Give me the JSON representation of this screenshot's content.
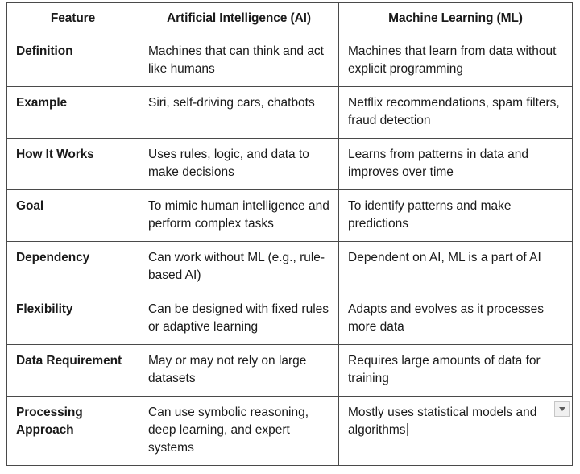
{
  "table": {
    "columns": [
      "Feature",
      "Artificial Intelligence (AI)",
      "Machine Learning (ML)"
    ],
    "rows": [
      {
        "feature": "Definition",
        "ai": "Machines that can think and act like humans",
        "ml": "Machines that learn from data without explicit programming"
      },
      {
        "feature": "Example",
        "ai": "Siri, self-driving cars, chatbots",
        "ml": "Netflix recommendations, spam filters, fraud detection"
      },
      {
        "feature": "How It Works",
        "ai": "Uses rules, logic, and data to make decisions",
        "ml": "Learns from patterns in data and improves over time"
      },
      {
        "feature": "Goal",
        "ai": "To mimic human intelligence and perform complex tasks",
        "ml": "To identify patterns and make predictions"
      },
      {
        "feature": "Dependency",
        "ai": "Can work without ML (e.g., rule-based AI)",
        "ml": "Dependent on AI, ML is a part of AI"
      },
      {
        "feature": "Flexibility",
        "ai": "Can be designed with fixed rules or adaptive learning",
        "ml": "Adapts and evolves as it processes more data"
      },
      {
        "feature": "Data Requirement",
        "ai": "May or may not rely on large datasets",
        "ml": "Requires large amounts of data for training"
      },
      {
        "feature": "Processing Approach",
        "ai": "Can use symbolic reasoning, deep learning, and expert systems",
        "ml": "Mostly uses statistical models and algorithms"
      }
    ]
  },
  "widgets": {
    "scroll_down_icon": "chevron-down-icon"
  },
  "colors": {
    "border": "#4a4a4a",
    "text": "#1a1a1a",
    "background": "#ffffff",
    "widget_face": "#f0f0f0",
    "widget_border": "#c6c6c6",
    "caret": "#6a6a6a"
  }
}
